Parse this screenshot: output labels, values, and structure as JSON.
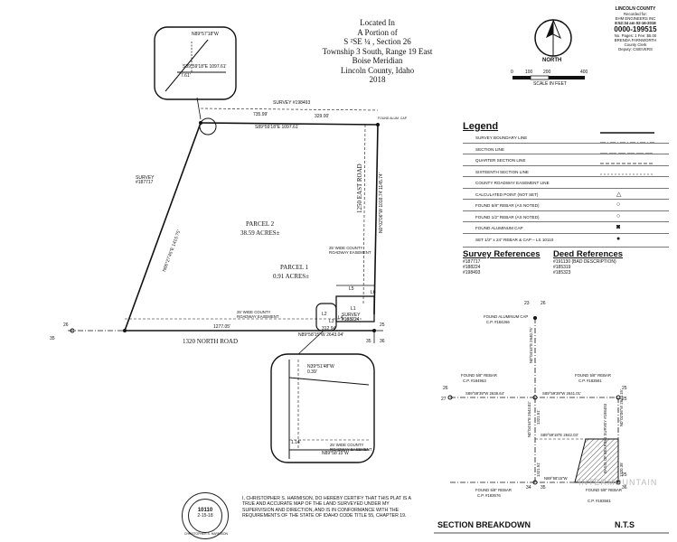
{
  "title": {
    "line1": "Located In",
    "line2": "A Portion of",
    "line3": "S ²SE ¼ , Section 26",
    "line4": "Township 3 South, Range 19 East",
    "line5": "Boise Meridian",
    "line6": "Lincoln County, Idaho",
    "line7": "2018"
  },
  "north": {
    "label": "NORTH"
  },
  "scale": {
    "ticks": [
      "0",
      "100",
      "200",
      "400"
    ],
    "label": "SCALE IN FEET"
  },
  "county_stamp": {
    "county": "LINCOLN COUNTY",
    "recorded_for": "Recorded for:",
    "firm": "EHM ENGINEERS INC",
    "time_date": "8:52:34 am     02-16-2018",
    "record_no": "0000-199515",
    "pages": "No. Pages: 1      Fee: $5.00",
    "clerk": "BRENDA FARNWORTH",
    "clerk_title": "County Clerk",
    "deputy": "Deputy: CSIEVERS"
  },
  "legend": {
    "heading": "Legend",
    "items": [
      "SURVEY BOUNDARY LINE",
      "SECTION LINE",
      "QUARTER SECTION LINE",
      "SIXTEENTH SECTION LINE",
      "COUNTY ROADWAY EASEMENT LINE",
      "CALCULATED POINT (NOT SET)",
      "FOUND 5/8\" REBAR (AS NOTED)",
      "FOUND 1/2\" REBAR (AS NOTED)",
      "FOUND ALUMINUM CAP",
      "SET 1/2\" x 24\" REBAR & CAP – LS 10110"
    ],
    "symbols": [
      "",
      "",
      "",
      "",
      "",
      "△",
      "○",
      "○",
      "◙",
      "●"
    ]
  },
  "survey_refs": {
    "heading": "Survey References",
    "items": [
      "#187717",
      "#188224",
      "#198493"
    ]
  },
  "deed_refs": {
    "heading": "Deed References",
    "items": [
      "#191130 (BAD DESCRIPTION)",
      "#185319",
      "#185323"
    ]
  },
  "plat": {
    "parcel2": "PARCEL 2",
    "parcel2_area": "38.59 ACRES±",
    "parcel1": "PARCEL 1",
    "parcel1_area": "0.91 ACRES±",
    "road_east": "1250 EAST ROAD",
    "road_north": "1320 NORTH ROAD",
    "easement_note1": "25' WIDE COUNTY ROADWAY EASEMENT",
    "easement_note2": "25' WIDE COUNTY ROADWAY EASEMENT",
    "easement_note3": "25' WIDE COUNTY ROADWAY EASEMENT",
    "survey_198493": "SURVEY #198493",
    "survey_187717": "SURVEY #187717",
    "survey_188224": "SURVEY #188224",
    "b_top1": "N89°57'18\"W",
    "b_top2": "S89°59'18\"E   1097.61'",
    "b_top3": "7.61'",
    "b_north_line1": "735.99'",
    "b_north_line2": "329.00'",
    "b_north_line3": "S89°59'18\"E  1097.61'",
    "b_diag": "N06°27'45\"E  1415.75'",
    "b_east": "N0°02'06\"W  1018.74'",
    "b_east2": "1145.74'",
    "b_south1": "1277.05'",
    "b_south2": "312.94'",
    "b_south3": "N89°58'15\"W   2643.04'",
    "b_detail1": "N39°51'48\"W",
    "b_detail2": "0.39'",
    "b_detail3": "1.14'",
    "b_detail4": "N89°58'15\"W",
    "b_detail5": "25' WIDE COUNTY",
    "mon_26": "26",
    "mon_35": "35",
    "mon_36": "36",
    "mon_25": "25",
    "labels": {
      "l1": "L1",
      "l2": "L2",
      "l3": "L3",
      "l4": "L4",
      "l5": "L5",
      "l6": "L6"
    },
    "found_alum": "FOUND ALUM. CAP"
  },
  "breakdown": {
    "found_alum_cap": "FOUND ALUMINUM CAP",
    "cp1": "C.P. #184266",
    "found_58_1": "FOUND 5/8\" REBAR",
    "cp2": "C.P. #184963",
    "found_58_2": "FOUND 5/8\" REBAR",
    "cp3": "C.P. #183581",
    "found_58_3": "FOUND 5/8\" REBAR",
    "cp4": "C.P. #183576",
    "found_58_4": "FOUND 5/8\" REBAR",
    "cp5": "C.P. #183581",
    "b1": "S89°59'39\"W   2638.64'",
    "b2": "S89°59'39\"W   2641.01'",
    "b3": "S89°59'18\"E   2642.03'",
    "b4": "N0°04'44\"E   2640.75'",
    "b5": "N0°04'44\"E  2643.02'",
    "b6": "1321.51'",
    "b7": "1321.51'",
    "b8": "N89°58'15\"W",
    "b9": "1320.35'",
    "b10": "BASIS OF BEARING SURVEY #198493",
    "b11": "N0°02'06\"W  2644.15'",
    "c23": "23",
    "c26": "26",
    "c27": "27",
    "c34": "34",
    "c35": "35",
    "c36": "36",
    "c25a": "25",
    "c25b": "25",
    "c25c": "25"
  },
  "certification": "I, CHRISTOPHER S. HARMISON, DO HEREBY CERTIFY THAT THIS PLAT IS A TRUE AND ACCURATE MAP OF THE LAND SURVEYED UNDER MY SUPERVISION AND DIRECTION, AND IS IN CONFORMANCE WITH THE REQUIREMENTS OF THE STATE OF IDAHO CODE TITLE 55, CHAPTER 19.",
  "seal": {
    "number": "10110",
    "date": "2-15-18",
    "name": "CHRISTOPHER S. HARMISON"
  },
  "section_breakdown": "SECTION BREAKDOWN",
  "nts": "N.T.S",
  "watermark": "INTERMOUNTAIN"
}
